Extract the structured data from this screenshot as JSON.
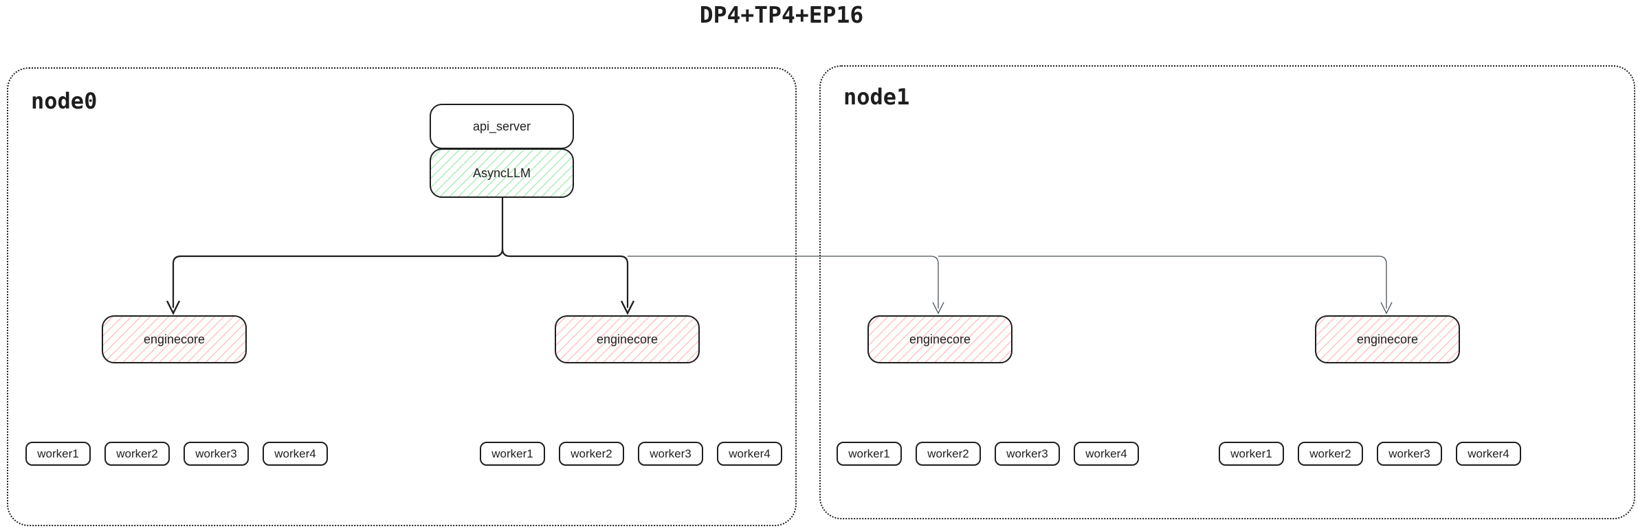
{
  "title": "DP4+TP4+EP16",
  "api_server": {
    "label": "api_server"
  },
  "async_llm": {
    "label": "AsyncLLM"
  },
  "node0": {
    "label": "node0",
    "groups": [
      {
        "enginecore": "enginecore",
        "workers": [
          "worker1",
          "worker2",
          "worker3",
          "worker4"
        ]
      },
      {
        "enginecore": "enginecore",
        "workers": [
          "worker1",
          "worker2",
          "worker3",
          "worker4"
        ]
      }
    ]
  },
  "node1": {
    "label": "node1",
    "groups": [
      {
        "enginecore": "enginecore",
        "workers": [
          "worker1",
          "worker2",
          "worker3",
          "worker4"
        ]
      },
      {
        "enginecore": "enginecore",
        "workers": [
          "worker1",
          "worker2",
          "worker3",
          "worker4"
        ]
      }
    ]
  },
  "colors": {
    "border": "#1e1e1e",
    "green_hatch": "#69db7c",
    "red_hatch": "#ff8787",
    "primary_line": "#1e1e1e",
    "secondary_line": "#495057"
  }
}
